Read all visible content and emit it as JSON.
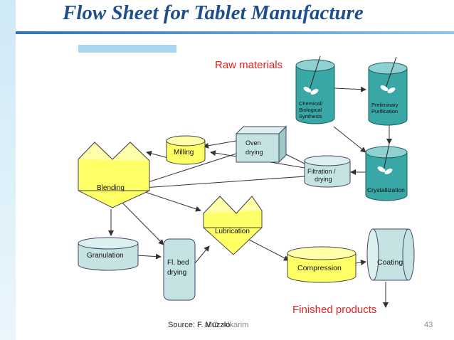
{
  "slide": {
    "title": "Flow Sheet for Tablet Manufacture",
    "source": "Source: F. Muzzio",
    "author_overlap": "al O. Alkarim",
    "page_number": "43"
  },
  "diagram": {
    "raw_materials": "Raw materials",
    "finished_products": "Finished products",
    "chemical_l1": "Chemical/",
    "chemical_l2": "Biological",
    "chemical_l3": "Synthesis",
    "prelim_l1": "Preliminary",
    "prelim_l2": "Purification",
    "crystallization": "Crystallization",
    "filtration_l1": "Filtration /",
    "filtration_l2": "drying",
    "oven_l1": "Oven",
    "oven_l2": "drying",
    "milling": "Milling",
    "blending": "Blending",
    "lubrication": "Lubrication",
    "granulation": "Granulation",
    "flbed_l1": "Fl. bed",
    "flbed_l2": "drying",
    "compression": "Compression",
    "coating": "Coating"
  },
  "colors": {
    "title": "#1f4e8c",
    "teal": "#3aa7a7",
    "yellow": "#ffff66",
    "light_teal": "#c5e3e3",
    "red_text": "#e8211b",
    "arrow": "#333333"
  }
}
